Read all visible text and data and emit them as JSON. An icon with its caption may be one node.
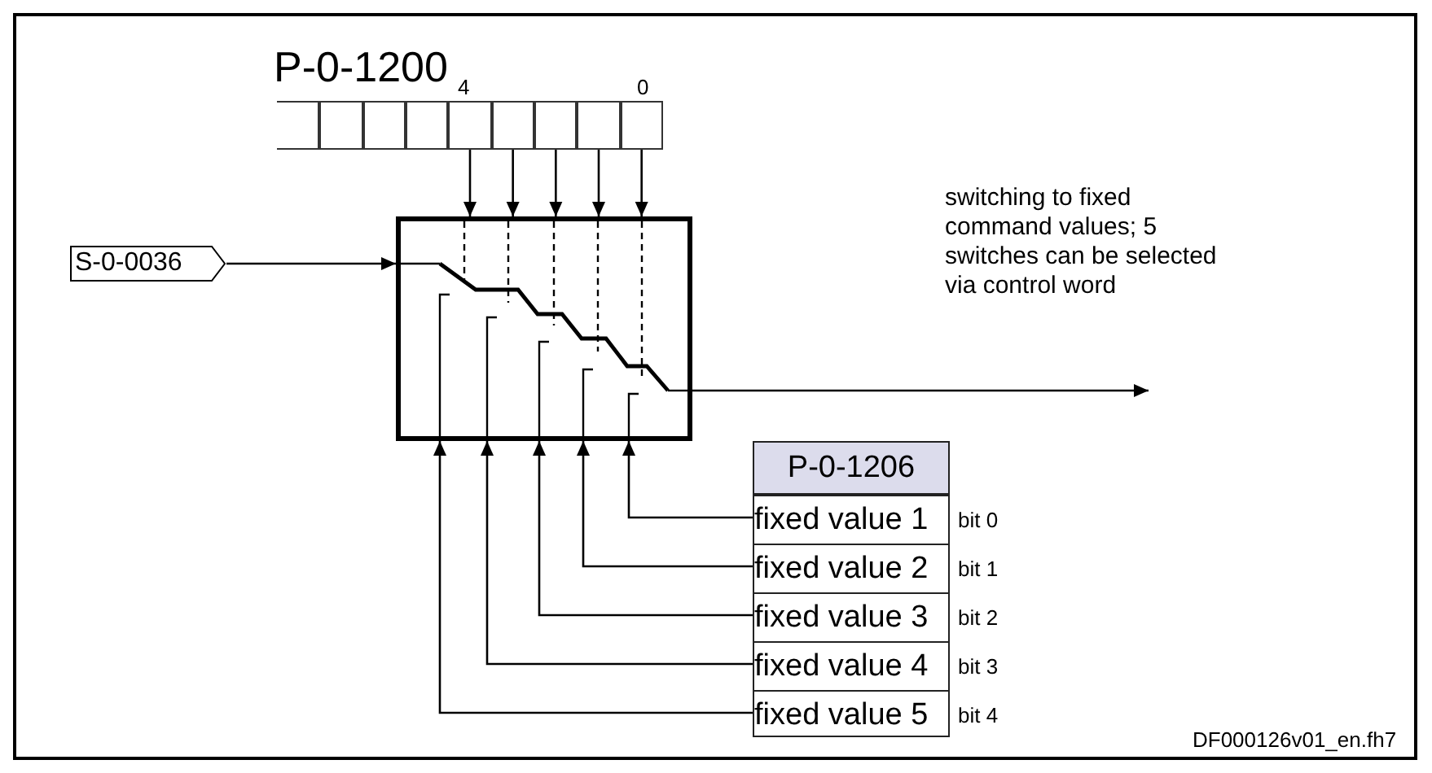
{
  "diagram": {
    "nodes": [
      {
        "text": [
          "P-0-1200"
        ],
        "beside": [
          "4",
          "0"
        ]
      },
      {
        "text": [],
        "shape": "box",
        "in": 0
      },
      {
        "text": [],
        "shape": "box",
        "in": 0
      },
      {
        "text": [],
        "shape": "box",
        "in": 0
      },
      {
        "text": [],
        "shape": "box",
        "in": 0
      },
      {
        "text": [],
        "shape": "box",
        "in": 0
      },
      {
        "text": [],
        "shape": "box",
        "in": 0
      },
      {
        "text": [],
        "shape": "box",
        "in": 0
      },
      {
        "text": [],
        "shape": "box",
        "in": 0
      },
      {
        "text": [],
        "shape": "box",
        "in": 0
      },
      {
        "text": [],
        "shape": "box"
      },
      {
        "text": [
          "S-0-0036"
        ]
      },
      {
        "text": [
          "P-0-1206"
        ]
      },
      {
        "text": [
          "fixed value 1"
        ],
        "in": 12,
        "beside": [
          "bit 0"
        ]
      },
      {
        "text": [
          "fixed value 2"
        ],
        "in": 12,
        "beside": [
          "bit 1"
        ]
      },
      {
        "text": [
          "fixed value 3"
        ],
        "in": 12,
        "beside": [
          "bit 2"
        ]
      },
      {
        "text": [
          "fixed value 4"
        ],
        "in": 12,
        "beside": [
          "bit 3"
        ]
      },
      {
        "text": [
          "fixed value 5"
        ],
        "in": 12,
        "beside": [
          "bit 4"
        ]
      }
    ],
    "edges": [
      {
        "from": 5,
        "to": 10,
        "arrow": "to"
      },
      {
        "from": 6,
        "to": 10,
        "arrow": "to"
      },
      {
        "from": 7,
        "to": 10,
        "arrow": "to"
      },
      {
        "from": 8,
        "to": 10,
        "arrow": "to"
      },
      {
        "from": 9,
        "to": 10,
        "arrow": "to"
      },
      {
        "from": 11,
        "to": 10,
        "arrow": "to"
      },
      {
        "from": 10,
        "to": null,
        "arrow": "to"
      },
      {
        "from": 13,
        "to": 10,
        "arrow": "to"
      },
      {
        "from": 14,
        "to": 10,
        "arrow": "to"
      },
      {
        "from": 15,
        "to": 10,
        "arrow": "to"
      },
      {
        "from": 16,
        "to": 10,
        "arrow": "to"
      },
      {
        "from": 17,
        "to": 10,
        "arrow": "to"
      }
    ],
    "labels": [
      "switching to fixed command values; 5 switches can be selected via control word",
      "DF000126v01_en.fh7"
    ]
  }
}
